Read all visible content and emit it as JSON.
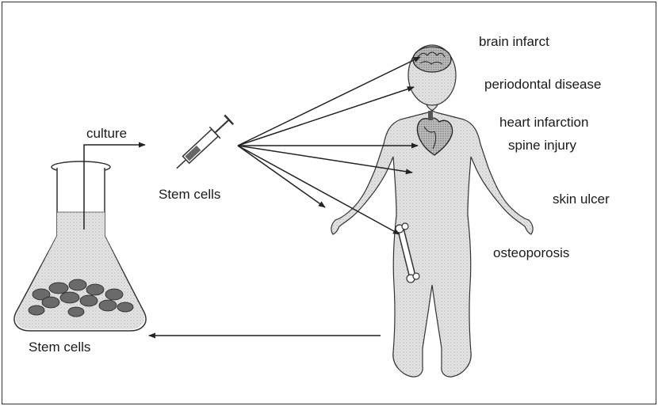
{
  "labels": {
    "culture": "culture",
    "stem_cells_syringe": "Stem cells",
    "stem_cells_flask": "Stem cells"
  },
  "conditions": [
    "brain infarct",
    "periodontal disease",
    "heart infarction",
    "spine injury",
    "skin ulcer",
    "osteoporosis"
  ]
}
